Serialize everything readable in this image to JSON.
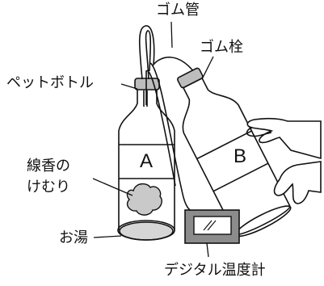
{
  "labels": {
    "rubber_tube": "ゴム管",
    "rubber_stopper": "ゴム栓",
    "pet_bottle": "ペットボトル",
    "incense_smoke_line1": "線香の",
    "incense_smoke_line2": "けむり",
    "hot_water": "お湯",
    "digital_thermometer": "デジタル温度計",
    "bottle_a": "A",
    "bottle_b": "B"
  }
}
